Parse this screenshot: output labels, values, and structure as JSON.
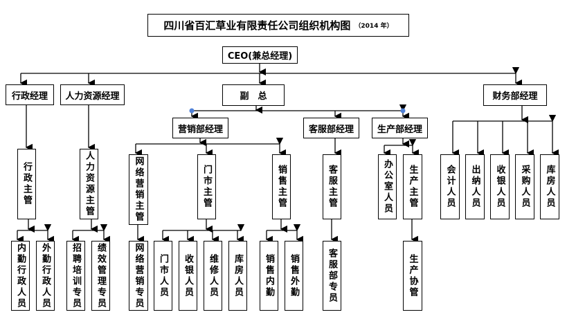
{
  "title": {
    "main": "四川省百汇草业有限责任公司组织机构图",
    "year": "（2014 年）"
  },
  "nodes": {
    "ceo": "CEO(兼总经理)",
    "admin_mgr": "行政经理",
    "hr_mgr": "人力资源经理",
    "vp": "副　总",
    "finance_mgr": "财务部经理",
    "marketing_mgr": "营销部经理",
    "cs_mgr": "客服部经理",
    "prod_mgr": "生产部经理",
    "admin_sup": "行政主管",
    "hr_sup": "人力资源主管",
    "online_sup": "网络营销主管",
    "store_sup": "门市主管",
    "sales_sup": "销售主管",
    "cs_sup": "客服主管",
    "office_staff": "办公室人员",
    "prod_sup": "生产主管",
    "accountant": "会计人员",
    "cashier_fin": "出纳人员",
    "collector_fin": "收银人员",
    "purchaser": "采购人员",
    "warehouse_fin": "库房人员",
    "internal_admin": "内勤行政人员",
    "field_admin": "外勤行政人员",
    "recruit": "招聘培训专员",
    "perf": "绩效管理专员",
    "online_spec": "网络营销专员",
    "store_staff": "门市人员",
    "cashier_store": "收银人员",
    "repair": "维修人员",
    "warehouse_store": "库房人员",
    "sales_in": "销售内勤",
    "sales_out": "销售外勤",
    "cs_spec": "客服部专员",
    "prod_assist": "生产协管"
  },
  "colors": {
    "connector_dot": "#4f81d8",
    "line": "#000000"
  }
}
